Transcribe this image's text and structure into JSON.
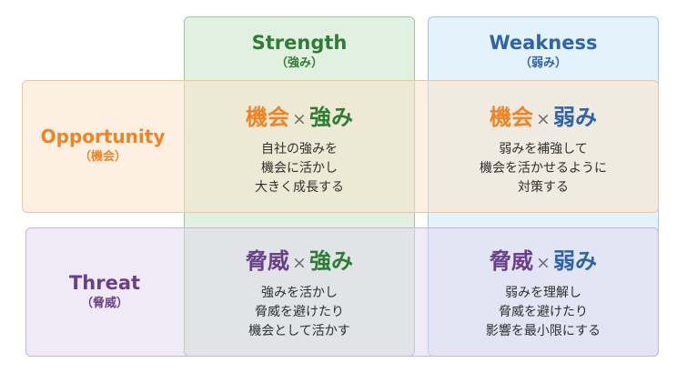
{
  "colors": {
    "strength": "#2f7d35",
    "weakness": "#2f64a6",
    "opportunity": "#ee8424",
    "threat": "#6a3f8a",
    "times": "#6d6d6d"
  },
  "columns": {
    "strength": {
      "title": "Strength",
      "subtitle": "（強み）"
    },
    "weakness": {
      "title": "Weakness",
      "subtitle": "（弱み）"
    }
  },
  "rows": {
    "opportunity": {
      "title": "Opportunity",
      "subtitle": "（機会）"
    },
    "threat": {
      "title": "Threat",
      "subtitle": "（脅威）"
    }
  },
  "times_symbol": "×",
  "cells": {
    "so": {
      "left": "機会",
      "right": "強み",
      "lines": [
        "自社の強みを",
        "機会に活かし",
        "大きく成長する"
      ]
    },
    "wo": {
      "left": "機会",
      "right": "弱み",
      "lines": [
        "弱みを補強して",
        "機会を活かせるように",
        "対策する"
      ]
    },
    "st": {
      "left": "脅威",
      "right": "強み",
      "lines": [
        "強みを活かし",
        "脅威を避けたり",
        "機会として活かす"
      ]
    },
    "wt": {
      "left": "脅威",
      "right": "弱み",
      "lines": [
        "弱みを理解し",
        "脅威を避けたり",
        "影響を最小限にする"
      ]
    }
  }
}
